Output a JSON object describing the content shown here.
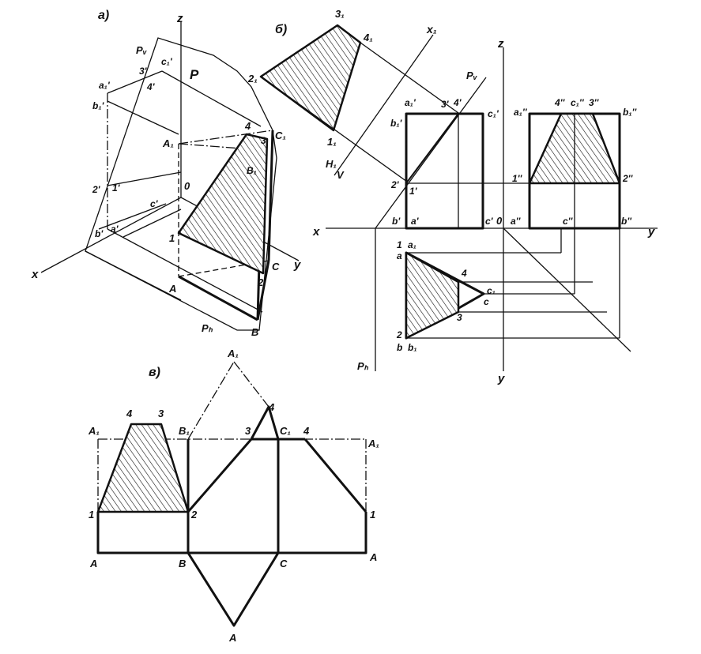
{
  "figure_a": {
    "tag": "a)",
    "labels": {
      "z": "z",
      "p": "P",
      "pv": "Pᵥ",
      "ph": "Pₕ",
      "x": "x",
      "y": "y",
      "o": "0",
      "c1p": "c₁'",
      "three_p": "3'",
      "a1p": "a₁'",
      "four_p": "4'",
      "b1p": "b₁'",
      "two_p": "2'",
      "one_p": "1'",
      "cp": "c'",
      "bp": "b'",
      "ap": "a'",
      "A1": "A₁",
      "pt4": "4",
      "C1": "C₁",
      "pt3": "3",
      "B1": "B₁",
      "pt1": "1",
      "pt2": "2",
      "C": "C",
      "A": "A",
      "B": "B"
    }
  },
  "figure_b": {
    "tag": "б)",
    "labels": {
      "three1": "3₁",
      "four1": "4₁",
      "two1": "2₁",
      "one1": "1₁",
      "x1": "x₁",
      "h1": "H₁",
      "v": "V",
      "pv": "Pᵥ",
      "z": "z",
      "y": "y",
      "x": "x",
      "o": "0",
      "ph": "Pₕ",
      "a1p": "a₁'",
      "three_p": "3'",
      "four_p": "4'",
      "c1p": "c₁'",
      "b1p": "b₁'",
      "two_p": "2'",
      "one_p": "1'",
      "bp": "b'",
      "ap": "a'",
      "cp": "c'",
      "a1pp": "a₁''",
      "four_pp": "4''",
      "c1pp": "c₁''",
      "three_pp": "3''",
      "b1pp": "b₁''",
      "one_pp": "1''",
      "two_pp": "2''",
      "app": "a''",
      "cpp": "c''",
      "bpp": "b''",
      "pt1": "1",
      "a1": "a₁",
      "a": "a",
      "pt4": "4",
      "c1": "c₁",
      "c": "c",
      "pt3": "3",
      "pt2": "2",
      "b": "b",
      "b1": "b₁"
    }
  },
  "figure_v": {
    "tag": "в)",
    "labels": {
      "A1_top": "A₁",
      "pt4_left": "4",
      "pt3_left": "3",
      "A1_left": "A₁",
      "B1": "B₁",
      "pt3_mid": "3",
      "pt4_tri": "4",
      "C1": "C₁",
      "pt4_right": "4",
      "A1_right": "A₁",
      "pt1_left": "1",
      "pt2": "2",
      "pt1_right": "1",
      "A_left": "A",
      "B": "B",
      "C": "C",
      "A_right": "A",
      "A_bottom": "A"
    }
  }
}
